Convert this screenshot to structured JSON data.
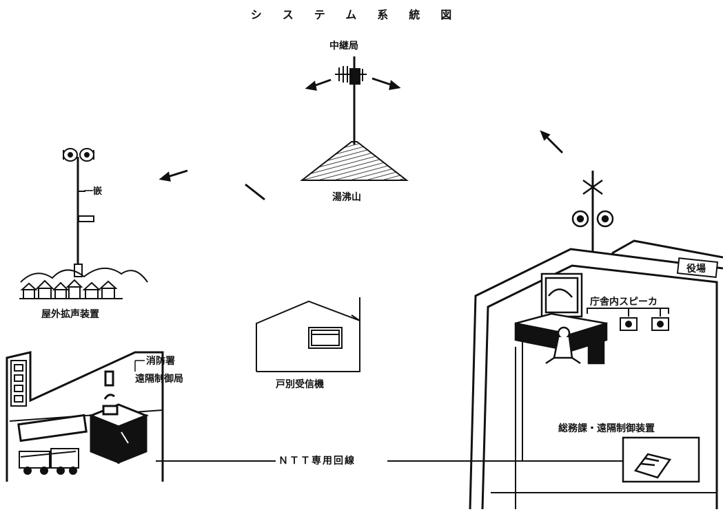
{
  "title": "システム系統図",
  "labels": {
    "relay_station": "中継局",
    "mountain": "湯沸山",
    "outdoor_speaker": "屋外拡声装置",
    "outdoor_pole_mark": "一嵌",
    "household_receiver": "戸別受信機",
    "fire_station": "消防署",
    "remote_station": "遠隔制御局",
    "town_office": "役場",
    "office_speakers": "庁舎内スピーカ",
    "control_device": "総務課・遠隔制御装置",
    "ntt_line": "ＮＴＴ専用回線"
  },
  "colors": {
    "ink": "#111111",
    "background": "#ffffff"
  }
}
